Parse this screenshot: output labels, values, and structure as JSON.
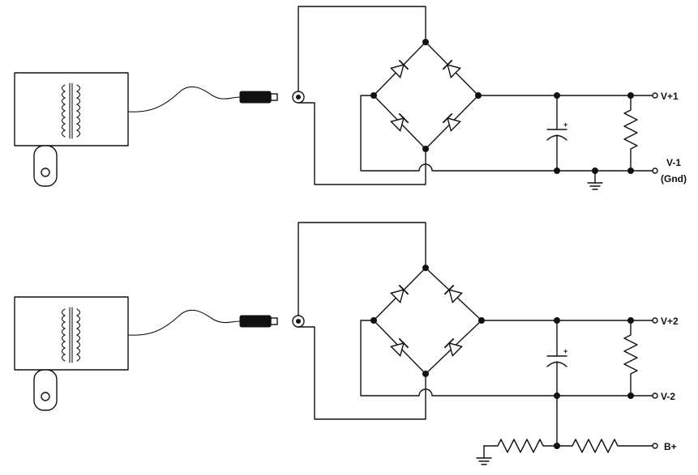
{
  "labels": {
    "top_output_positive": "V+1",
    "top_output_negative": "V-1",
    "top_output_gnd_note": "(Gnd)",
    "bottom_output_positive": "V+2",
    "bottom_output_negative": "V-2",
    "bottom_output_bias": "B+",
    "polarity_mark": "+"
  },
  "components": {
    "wall_adapter": "transformer-icon",
    "power_jack": "barrel-jack-icon",
    "rectifier": "bridge-rectifier-icon",
    "filter_capacitor": "polarized-capacitor-icon",
    "load_resistor": "resistor-icon",
    "ground": "ground-icon"
  },
  "colors": {
    "ink": "#111111",
    "paper": "#ffffff"
  }
}
